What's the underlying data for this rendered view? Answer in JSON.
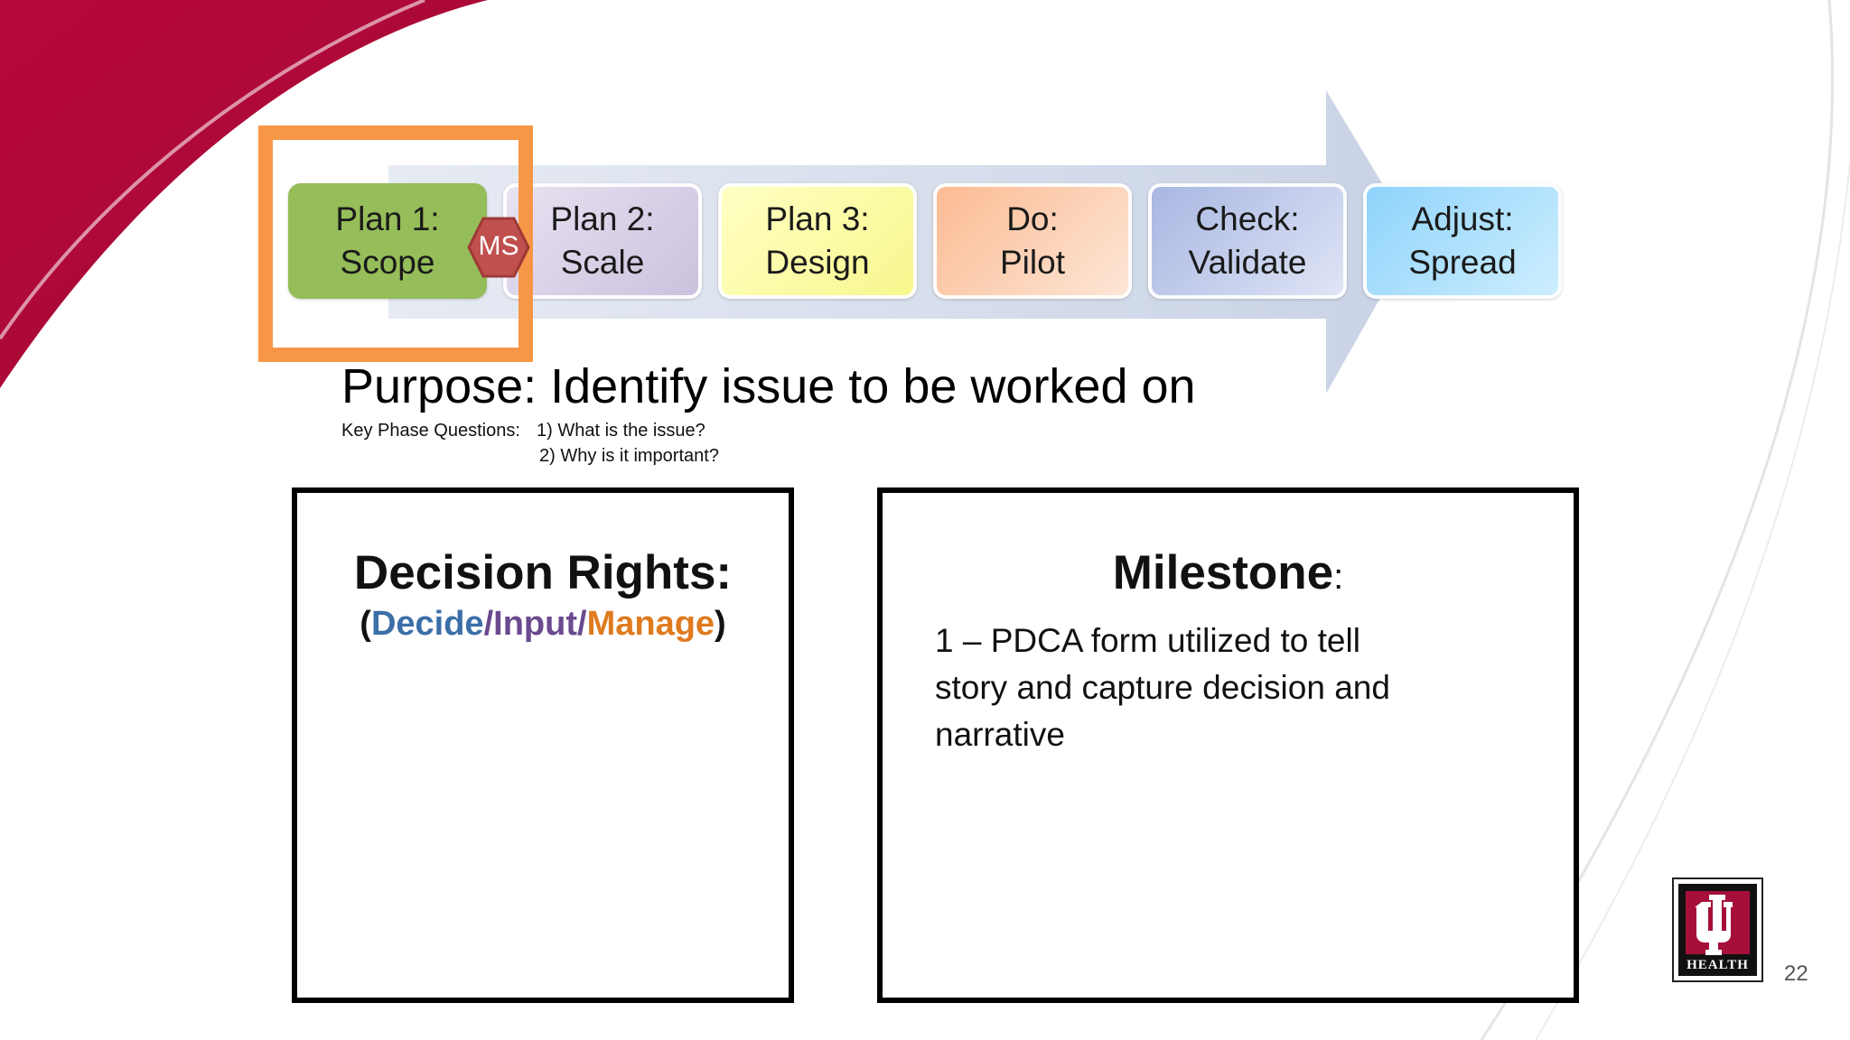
{
  "phases": [
    {
      "line1": "Plan 1:",
      "line2": "Scope"
    },
    {
      "line1": "Plan 2:",
      "line2": "Scale"
    },
    {
      "line1": "Plan 3:",
      "line2": "Design"
    },
    {
      "line1": "Do:",
      "line2": "Pilot"
    },
    {
      "line1": "Check:",
      "line2": "Validate"
    },
    {
      "line1": "Adjust:",
      "line2": "Spread"
    }
  ],
  "milestone_badge": "MS",
  "purpose": "Purpose: Identify issue to be worked on",
  "key_questions": {
    "label": "Key Phase Questions:",
    "q1": "1)  What is the issue?",
    "q2": "2)  Why is it important?"
  },
  "decision_panel": {
    "title": "Decision Rights:",
    "open_paren": "(",
    "decide": "Decide",
    "slash1": "/",
    "input": "Input",
    "slash2": "/",
    "manage": "Manage",
    "close_paren": ")"
  },
  "milestone_panel": {
    "title": "Milestone",
    "colon": ":",
    "text": "1 – PDCA form utilized to tell story and capture decision and narrative"
  },
  "logo_text": "HEALTH",
  "page_number": "22",
  "colors": {
    "brand_crimson": "#b00a3b",
    "highlight_orange": "#f79646",
    "decide": "#3c6ea8",
    "input": "#6a4a8e",
    "manage": "#e07a1f",
    "ms_badge": "#c0504d"
  }
}
